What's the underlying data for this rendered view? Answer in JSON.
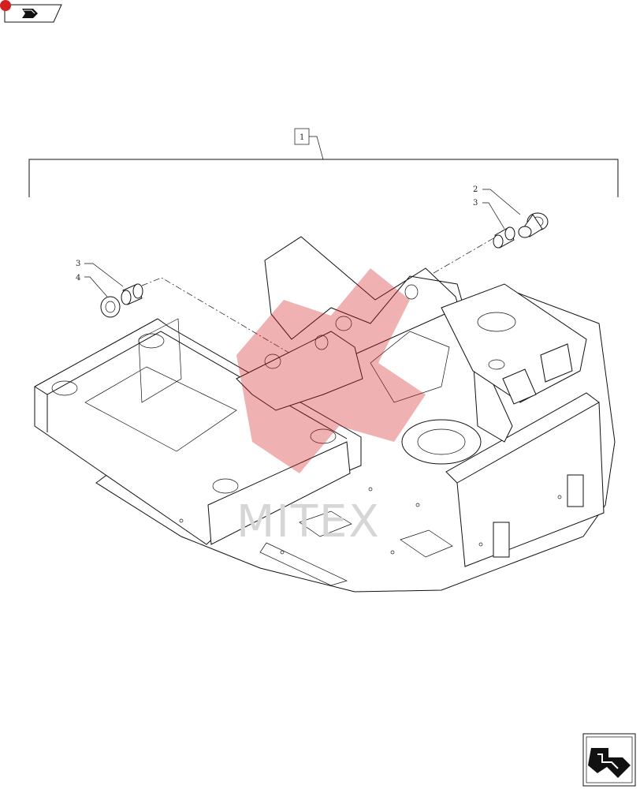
{
  "callouts": {
    "assembly": "1",
    "right_top": "2",
    "right_bottom": "3",
    "left_top": "3",
    "left_bottom": "4"
  },
  "watermark": {
    "text": "MITEX",
    "color": "#d22020"
  },
  "icons": {
    "top_left": "next-page-arrow-icon",
    "bottom_right": "next-page-arrow-icon"
  }
}
